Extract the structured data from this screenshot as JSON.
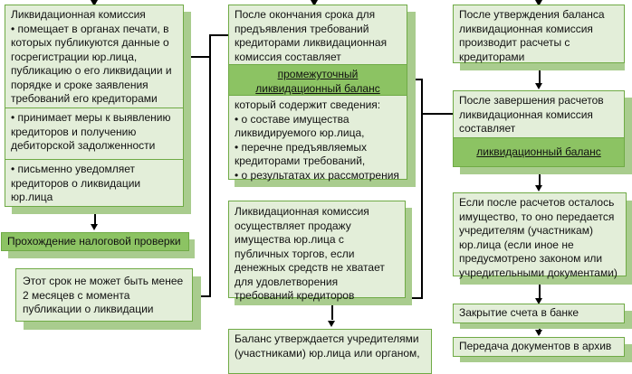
{
  "colors": {
    "box_fill": "#e3eed9",
    "box_border": "#6faa45",
    "accent_fill": "#8cc363",
    "shadow": "#a9cc8e",
    "connector": "#000000"
  },
  "left_column": {
    "commission_box": {
      "title": "Ликвидационная комиссия",
      "item1": "• помещает в органах печати, в которых публикуются данные о госрегистрации юр.лица, публикацию о его ликвидации и порядке и сроке заявления требований его кредиторами",
      "item2": "• принимает меры к выявлению кредиторов и получению дебиторской задолженности",
      "item3": "• письменно уведомляет кредиторов о ликвидации юр.лица"
    },
    "tax_check": "Прохождение налоговой проверки",
    "term_note": "Этот срок не может быть менее 2 месяцев с момента публикации о ликвидации"
  },
  "middle_column": {
    "interim_box": {
      "intro": "После окончания срока для предъявления требований кредиторами ликвидационная комиссия составляет",
      "highlight": "промежуточный ликвидационный баланс",
      "details_title": "который содержит сведения:",
      "detail1": "• о составе имущества ликвидируемого юр.лица,",
      "detail2": "• перечне предъявляемых кредиторами требований,",
      "detail3": "• о результатах их рассмотрения"
    },
    "sale_box": "Ликвидационная комиссия осуществляет продажу имущества юр.лица с публичных торгов, если денежных средств не хватает для удовлетворения требований кредиторов",
    "approval_box": "Баланс утверждается учредителями (участниками) юр.лица или органом,"
  },
  "right_column": {
    "settlement_box": "После утверждения баланса ликвидационная комиссия производит расчеты с кредиторами",
    "final_box": {
      "intro": "После завершения расчетов ликвидационная комиссия составляет",
      "highlight": "ликвидационный баланс"
    },
    "remaining_box": "Если после расчетов осталось имущество, то оно передается учредителям (участникам) юр.лица (если иное не предусмотрено законом или учредительными документами)",
    "bank_box": "Закрытие счета в банке",
    "archive_box": "Передача документов в архив"
  }
}
